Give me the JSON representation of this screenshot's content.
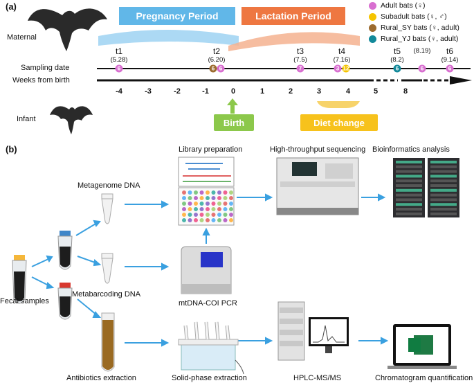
{
  "panel_a": {
    "label": "(a)",
    "maternal": "Maternal",
    "infant": "Infant",
    "pregnancy": "Pregnancy Period",
    "lactation": "Lactation Period",
    "row_sampling": "Sampling date",
    "row_weeks": "Weeks from birth",
    "weeks": [
      "-4",
      "-3",
      "-2",
      "-1",
      "0",
      "1",
      "2",
      "3",
      "4",
      "5",
      "8"
    ],
    "timepoints": [
      {
        "name": "t1",
        "date": "(5.28)"
      },
      {
        "name": "t2",
        "date": "(6.20)"
      },
      {
        "name": "t3",
        "date": "(7.5)"
      },
      {
        "name": "t4",
        "date": "(7.16)"
      },
      {
        "name": "t5",
        "date": "(8.2)"
      },
      {
        "name": "",
        "date": "(8.19)"
      },
      {
        "name": "t6",
        "date": "(9.14)"
      }
    ],
    "markers": [
      {
        "text": "6",
        "color": "#d86fd0"
      },
      {
        "text": "6",
        "color": "#9c6b2f"
      },
      {
        "text": "6",
        "color": "#d86fd0"
      },
      {
        "text": "7",
        "color": "#d86fd0"
      },
      {
        "text": "3",
        "color": "#d86fd0"
      },
      {
        "text": "12",
        "color": "#f5c400"
      },
      {
        "text": "6",
        "color": "#12899a"
      },
      {
        "text": "6",
        "color": "#d86fd0"
      },
      {
        "text": "6",
        "color": "#d86fd0"
      }
    ],
    "birth": "Birth",
    "diet_change": "Diet change",
    "legend": [
      {
        "label": "Adult bats (♀)",
        "color": "#d86fd0"
      },
      {
        "label": "Subadult bats (♀, ♂)",
        "color": "#f5c400"
      },
      {
        "label": "Rural_SY bats (♀, adult)",
        "color": "#9c6b2f"
      },
      {
        "label": "Rural_YJ bats (♀, adult)",
        "color": "#12899a"
      }
    ],
    "colors": {
      "pregnancy": "#61b7e8",
      "lactation": "#ee7741",
      "birth": "#8cc84b",
      "diet": "#f7c21c"
    }
  },
  "panel_b": {
    "label": "(b)",
    "fecal_samples": "Fecal samples",
    "metagenome_dna": "Metagenome DNA",
    "metabarcoding_dna": "Metabarcoding DNA",
    "antibiotics_extraction": "Antibiotics extraction",
    "library_preparation": "Library preparation",
    "mtdna_pcr": "mtDNA-COI PCR",
    "solid_phase": "Solid-phase extraction",
    "hts": "High-throughput sequencing",
    "hplc": "HPLC-MS/MS",
    "bioinformatics": "Bioinformatics analysis",
    "chromatogram": "Chromatogram quantification",
    "arrow_color": "#3aa0e0"
  }
}
